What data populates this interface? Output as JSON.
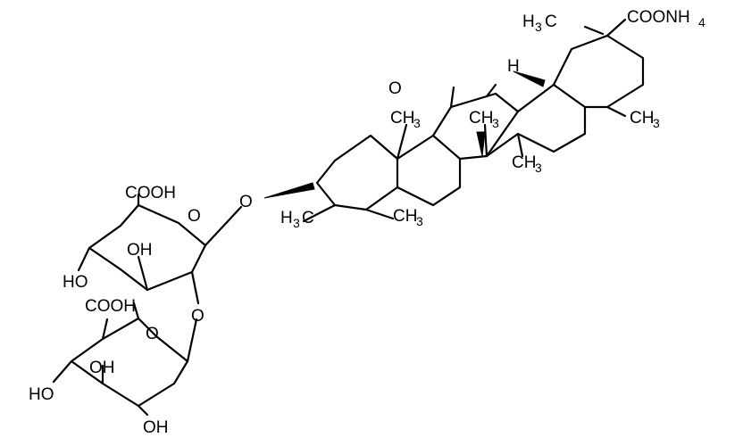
{
  "structure": {
    "carboxyl_upper": "COOH",
    "carboxyl_lower": "COOH",
    "carboxylate": "COONH",
    "carboxylate_sub": "4",
    "hydroxyl": "HO",
    "hydroxyl_rev": "OH",
    "ring_oxygen": "O",
    "glycosidic_oxygen": "O",
    "ketone_oxygen": "O",
    "hydrogen": "H",
    "methyl": "CH",
    "methyl_rev_h": "H",
    "methyl_rev_c": "C",
    "methyl_sub": "3"
  }
}
